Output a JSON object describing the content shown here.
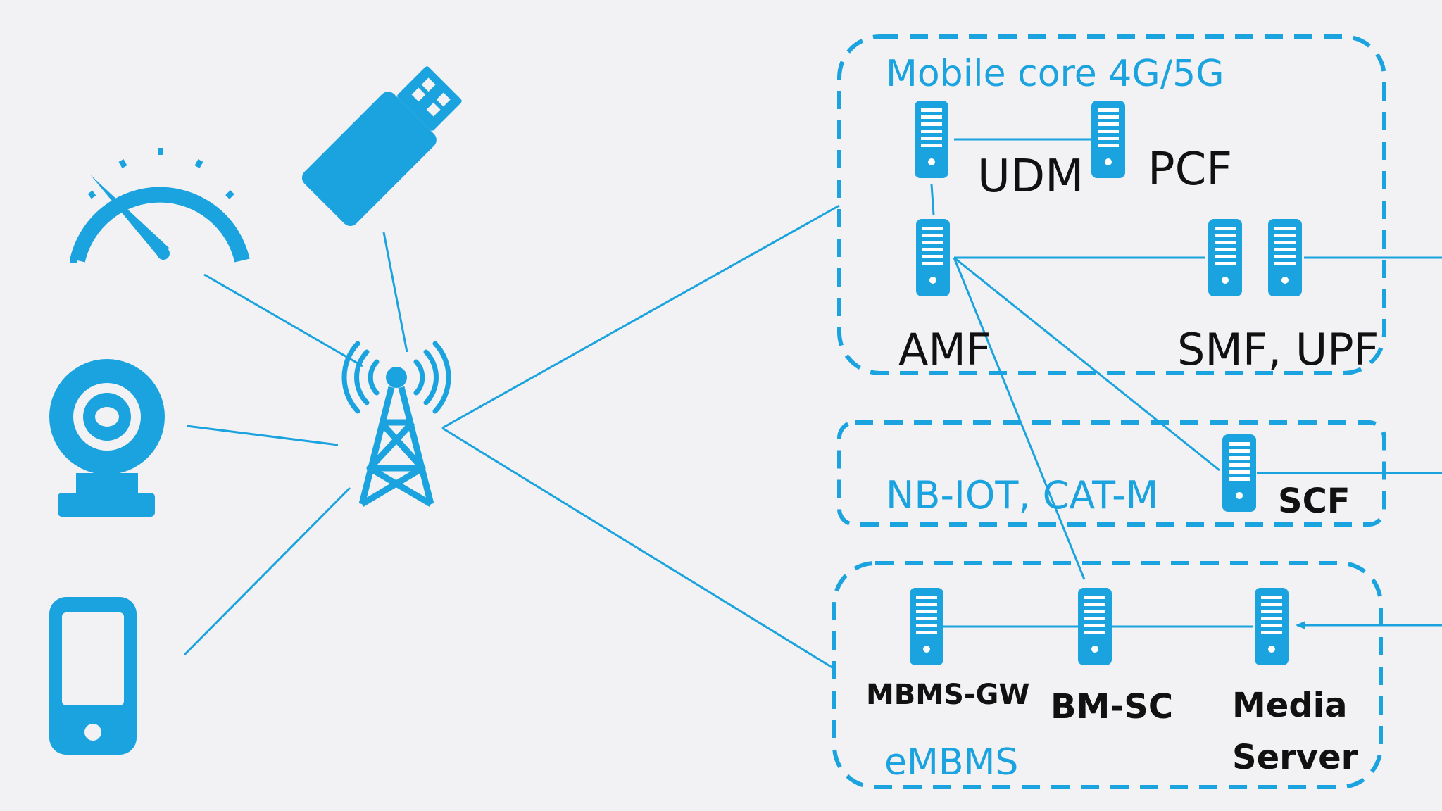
{
  "colors": {
    "accent": "#1aa3df",
    "background": "#f2f2f4",
    "text": "#111111"
  },
  "devices": [
    {
      "name": "speedometer-icon"
    },
    {
      "name": "usb-dongle-icon"
    },
    {
      "name": "webcam-icon"
    },
    {
      "name": "smartphone-icon"
    },
    {
      "name": "cell-tower-icon"
    }
  ],
  "groups": {
    "core": "Mobile core 4G/5G",
    "iot": "NB-IOT, CAT-M",
    "embms": "eMBMS"
  },
  "nodes": {
    "udm": "UDM",
    "pcf": "PCF",
    "amf": "AMF",
    "smf_upf": "SMF, UPF",
    "scf": "SCF",
    "mbms_gw": "MBMS-GW",
    "bm_sc": "BM-SC",
    "media_server_line1": "Media",
    "media_server_line2": "Server"
  }
}
